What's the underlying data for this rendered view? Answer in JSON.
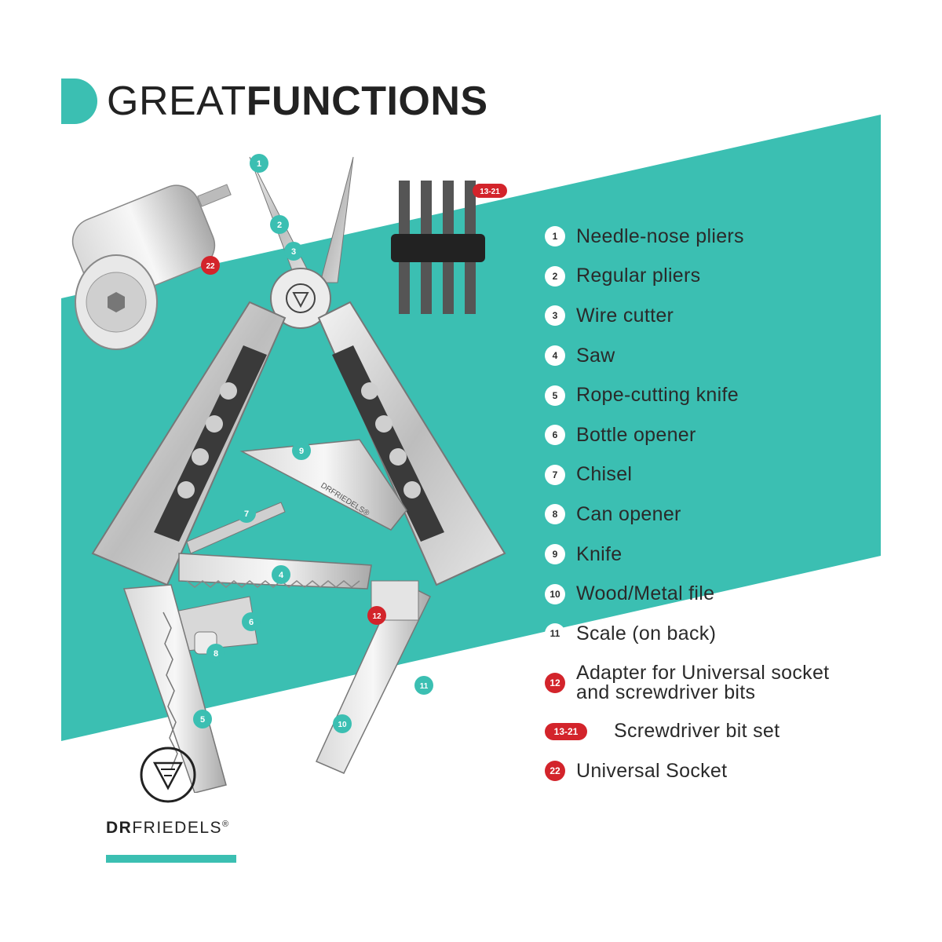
{
  "colors": {
    "accent": "#3bbfb2",
    "badge_red": "#d3242b",
    "text": "#222222"
  },
  "title": {
    "light": "GREAT",
    "bold": "FUNCTIONS"
  },
  "legend": [
    {
      "num": "1",
      "label": "Needle-nose pliers",
      "style": "white"
    },
    {
      "num": "2",
      "label": "Regular pliers",
      "style": "white"
    },
    {
      "num": "3",
      "label": "Wire cutter",
      "style": "white"
    },
    {
      "num": "4",
      "label": "Saw",
      "style": "white"
    },
    {
      "num": "5",
      "label": "Rope-cutting knife",
      "style": "white"
    },
    {
      "num": "6",
      "label": "Bottle opener",
      "style": "white"
    },
    {
      "num": "7",
      "label": "Chisel",
      "style": "white"
    },
    {
      "num": "8",
      "label": "Can opener",
      "style": "white"
    },
    {
      "num": "9",
      "label": "Knife",
      "style": "white"
    },
    {
      "num": "10",
      "label": "Wood/Metal file",
      "style": "white"
    },
    {
      "num": "11",
      "label": "Scale (on back)",
      "style": "white"
    },
    {
      "num": "12",
      "label_line1": "Adapter for Universal socket",
      "label_line2": "and screwdriver bits",
      "style": "red"
    },
    {
      "num": "13-21",
      "label": "Screwdriver bit set",
      "style": "red-pill"
    },
    {
      "num": "22",
      "label": "Universal Socket",
      "style": "red"
    }
  ],
  "callouts": {
    "c1": "1",
    "c2": "2",
    "c3": "3",
    "c4": "4",
    "c5": "5",
    "c6": "6",
    "c7": "7",
    "c8": "8",
    "c9": "9",
    "c10": "10",
    "c11": "11",
    "c12": "12",
    "c13": "13-21",
    "c22": "22"
  },
  "blade_engraving": "DRFRIEDELS®",
  "logo": {
    "dr": "DR",
    "name": "FRIEDELS",
    "reg": "®"
  }
}
